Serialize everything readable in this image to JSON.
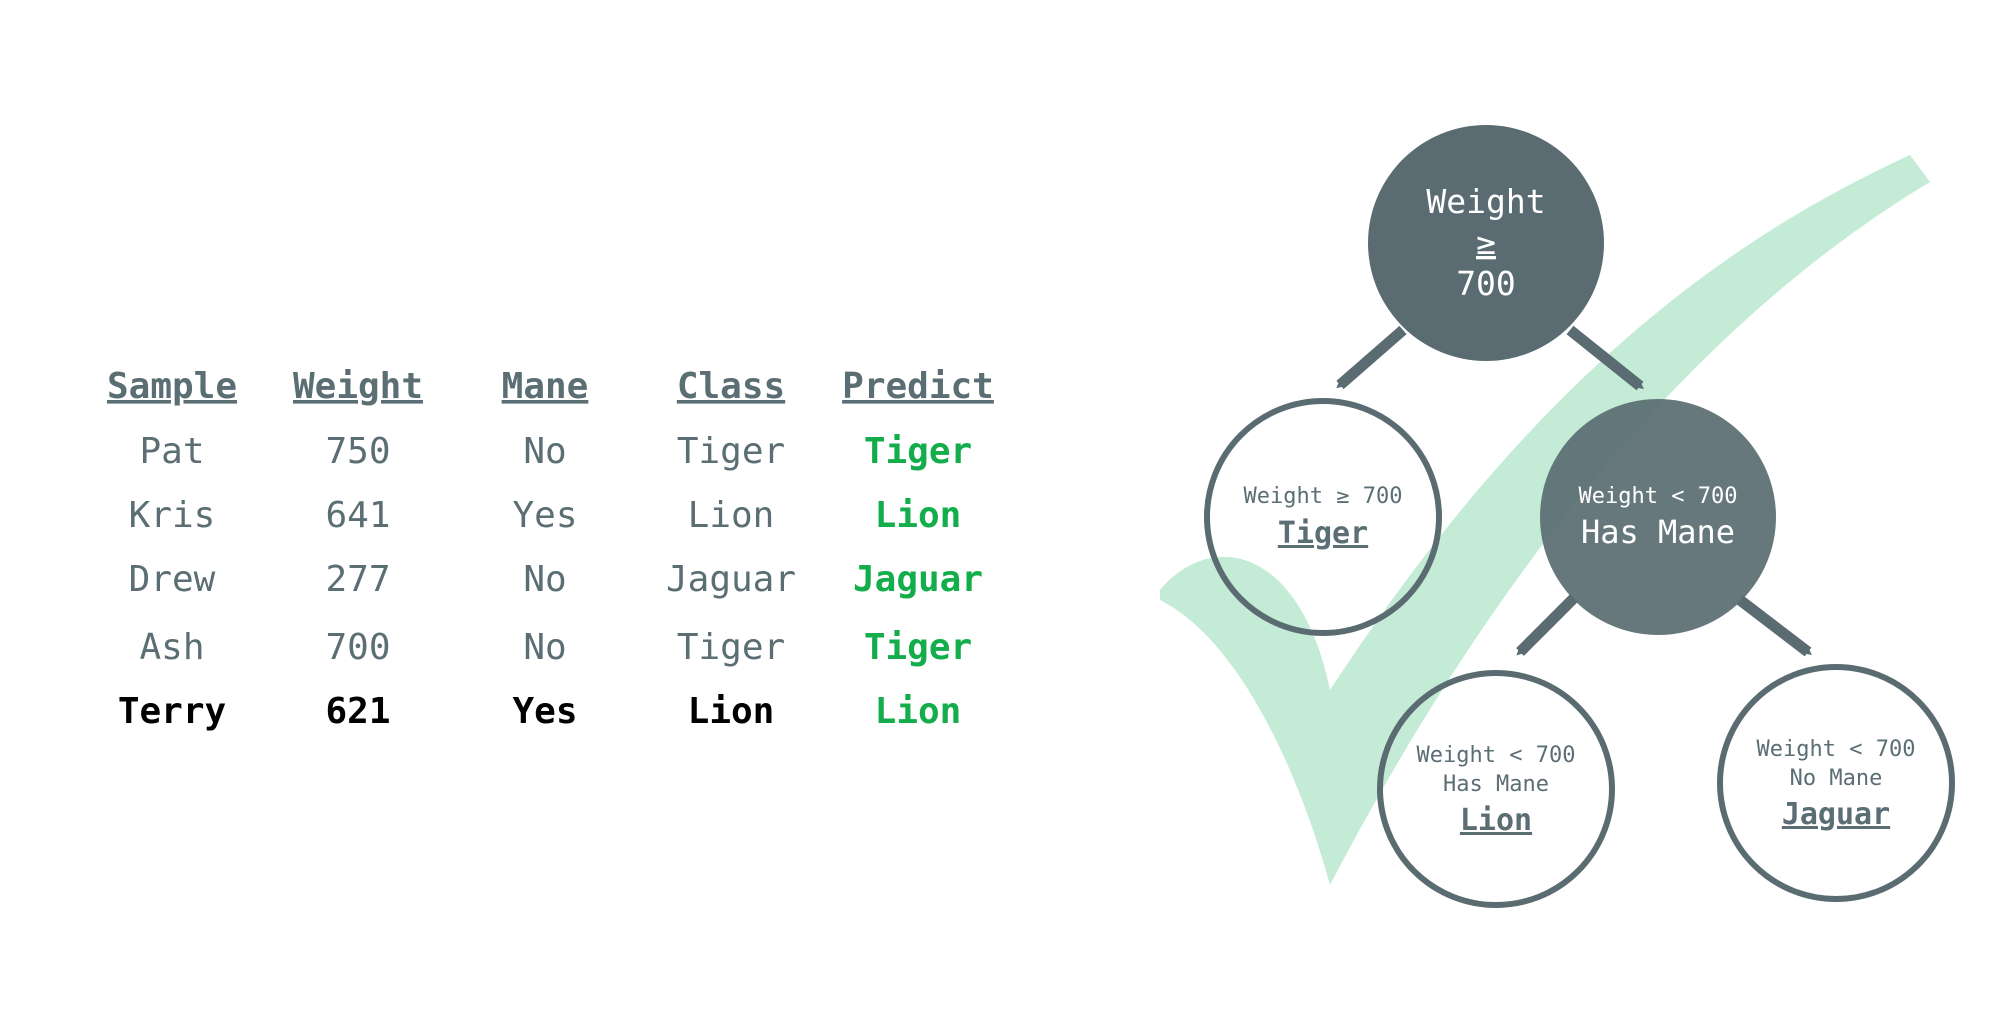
{
  "colors": {
    "node_fill": "#5a6c72",
    "node_stroke": "#5a6c72",
    "text_gray": "#5b6e74",
    "predict_green": "#13ad4b",
    "checkmark": "#c3ebd5"
  },
  "table": {
    "headers": [
      "Sample",
      "Weight",
      "Mane",
      "Class",
      "Predict"
    ],
    "rows": [
      {
        "sample": "Pat",
        "weight": "750",
        "mane": "No",
        "class": "Tiger",
        "predict": "Tiger",
        "emphasis": false
      },
      {
        "sample": "Kris",
        "weight": "641",
        "mane": "Yes",
        "class": "Lion",
        "predict": "Lion",
        "emphasis": false
      },
      {
        "sample": "Drew",
        "weight": "277",
        "mane": "No",
        "class": "Jaguar",
        "predict": "Jaguar",
        "emphasis": false
      },
      {
        "sample": "Ash",
        "weight": "700",
        "mane": "No",
        "class": "Tiger",
        "predict": "Tiger",
        "emphasis": false
      },
      {
        "sample": "Terry",
        "weight": "621",
        "mane": "Yes",
        "class": "Lion",
        "predict": "Lion",
        "emphasis": true
      }
    ]
  },
  "tree": {
    "root": {
      "line1": "Weight",
      "line2": "≥",
      "line3": "700"
    },
    "left_leaf": {
      "condition": "Weight ≥ 700",
      "label": "Tiger"
    },
    "split_node": {
      "condition": "Weight < 700",
      "label": "Has Mane"
    },
    "lion_leaf": {
      "condition1": "Weight < 700",
      "condition2": "Has Mane",
      "label": "Lion"
    },
    "jaguar_leaf": {
      "condition1": "Weight < 700",
      "condition2": "No Mane",
      "label": "Jaguar"
    }
  },
  "decoration": {
    "checkmark_icon": "checkmark-icon"
  }
}
